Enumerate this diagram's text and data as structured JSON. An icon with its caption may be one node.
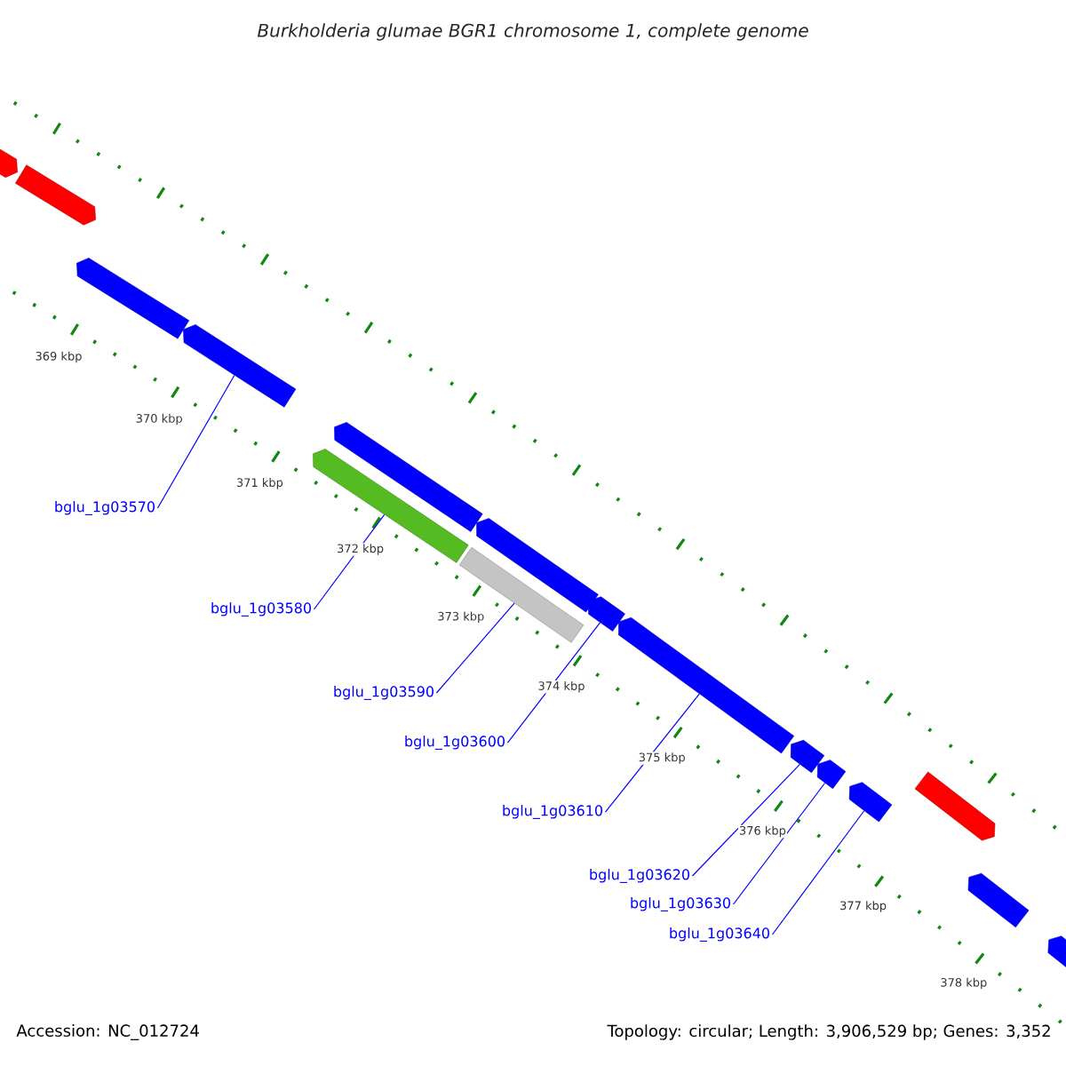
{
  "diagram": {
    "title": "Burkholderia glumae BGR1 chromosome 1, complete genome",
    "nodes": [
      {
        "text": [
          "bglu_1g03570"
        ]
      },
      {
        "text": [
          "bglu_1g03580"
        ]
      },
      {
        "text": [
          "bglu_1g03590"
        ]
      },
      {
        "text": [
          "bglu_1g03600"
        ]
      },
      {
        "text": [
          "bglu_1g03610"
        ]
      },
      {
        "text": [
          "bglu_1g03620"
        ]
      },
      {
        "text": [
          "bglu_1g03630"
        ]
      },
      {
        "text": [
          "bglu_1g03640"
        ]
      },
      {
        "text": [],
        "shape": "arrow"
      },
      {
        "text": [],
        "shape": "arrow"
      },
      {
        "text": [],
        "shape": "arrow"
      },
      {
        "text": [],
        "shape": "arrow"
      },
      {
        "text": [],
        "shape": "arrow"
      },
      {
        "text": [],
        "shape": "arrow"
      },
      {
        "text": [],
        "shape": "arrow"
      },
      {
        "text": [],
        "shape": "arrow"
      },
      {
        "text": [],
        "shape": "arrow"
      },
      {
        "text": [],
        "shape": "arrow"
      },
      {
        "text": [],
        "shape": "arrow"
      },
      {
        "text": [],
        "shape": "arrow"
      },
      {
        "text": [],
        "shape": "arrow"
      },
      {
        "text": [],
        "shape": "arrow"
      },
      {
        "text": [],
        "shape": "arrow"
      },
      {
        "text": [],
        "shape": "arrow"
      }
    ],
    "edges": [
      {
        "from": 0,
        "to": 11,
        "arrow": "none"
      },
      {
        "from": 1,
        "to": 12,
        "arrow": "none"
      },
      {
        "from": 2,
        "to": 14,
        "arrow": "none"
      },
      {
        "from": 3,
        "to": 16,
        "arrow": "none"
      },
      {
        "from": 4,
        "to": 17,
        "arrow": "none"
      },
      {
        "from": 5,
        "to": 18,
        "arrow": "none"
      },
      {
        "from": 6,
        "to": 19,
        "arrow": "none"
      },
      {
        "from": 7,
        "to": 20,
        "arrow": "none"
      }
    ],
    "labels": [
      "369 kbp",
      "370 kbp",
      "371 kbp",
      "372 kbp",
      "373 kbp",
      "374 kbp",
      "375 kbp",
      "376 kbp",
      "377 kbp",
      "378 kbp",
      "Accession: NC_012724",
      "Topology: circular; Length: 3,906,529 bp; Genes: 3,352"
    ]
  }
}
